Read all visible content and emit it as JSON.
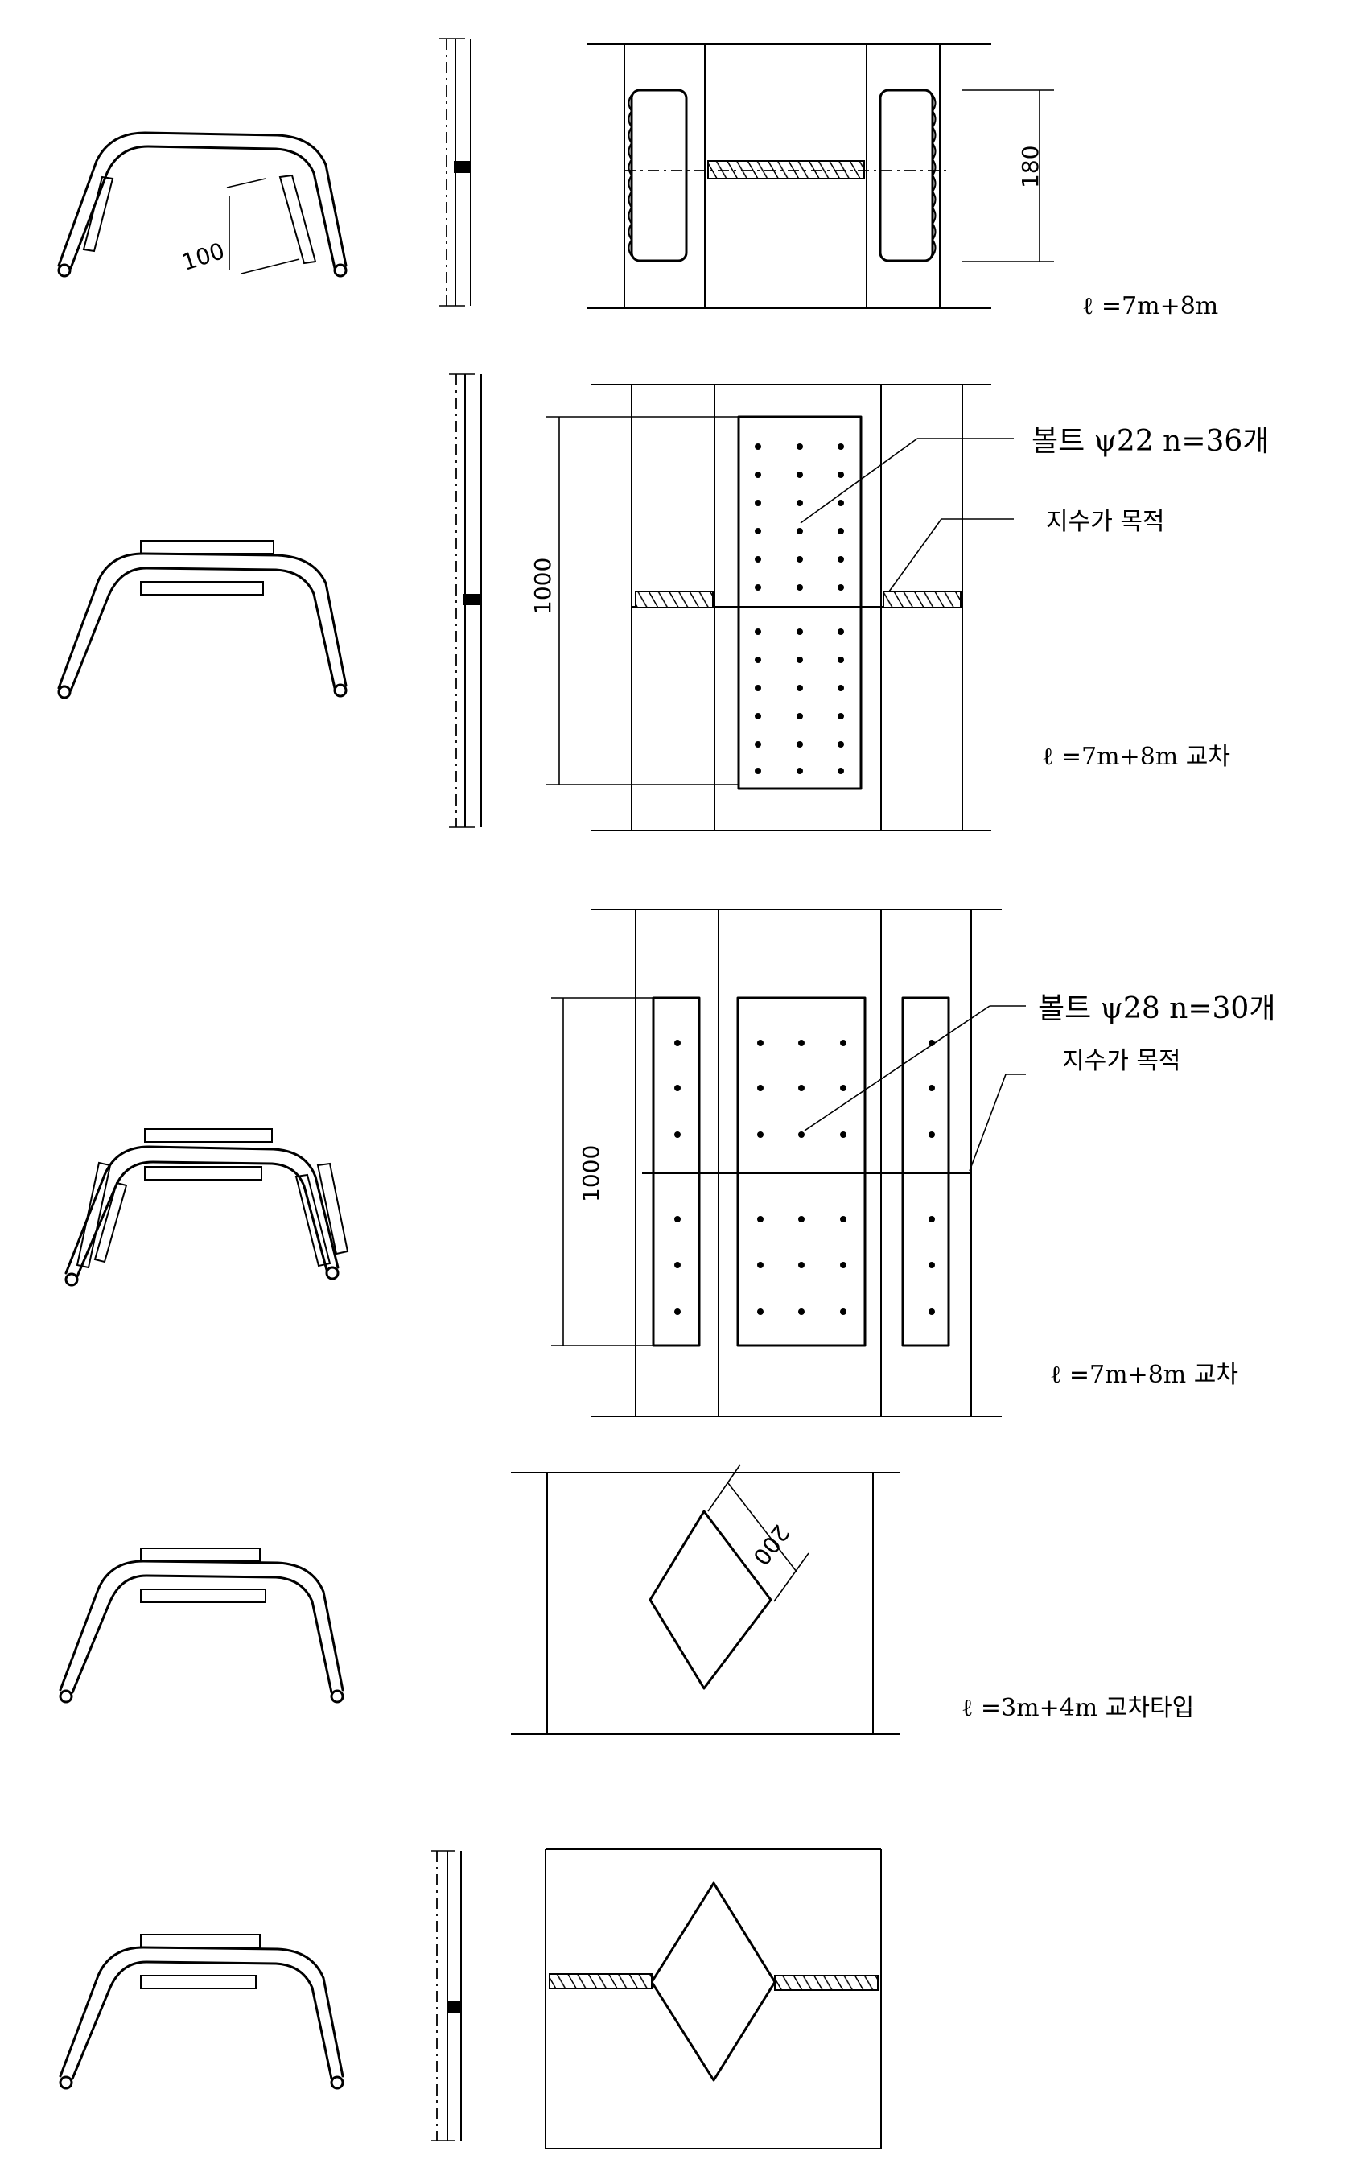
{
  "section1": {
    "dim_profile": "100",
    "dim_plan": "180",
    "length_label": "ℓ =7m+8m"
  },
  "section2": {
    "dim_plan": "1000",
    "bolt_note": "볼트 ψ22 n=36개",
    "purpose_note": "지수가 목적",
    "length_label": "ℓ =7m+8m 교차"
  },
  "section3": {
    "dim_plan": "1000",
    "bolt_note": "볼트 ψ28 n=30개",
    "purpose_note": "지수가 목적",
    "length_label": "ℓ =7m+8m  교차"
  },
  "section4": {
    "dim_plan": "200",
    "length_label": "ℓ =3m+4m  교차타입"
  }
}
